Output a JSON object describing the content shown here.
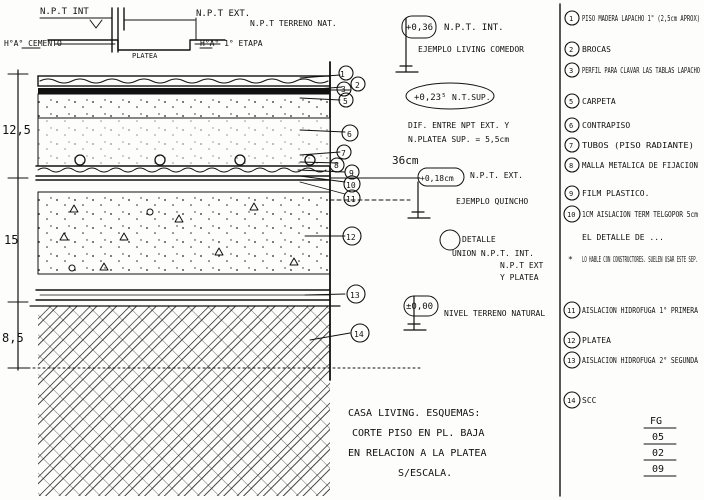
{
  "top_labels": {
    "npt_int": "N.P.T INT",
    "npt_ext": "N.P.T EXT.",
    "npt_terreno": "N.P.T TERRENO NAT.",
    "h_cemento": "H°A° CEMENTO",
    "h_1etapa": "H°A° 1° ETAPA",
    "platea": "PLATEA"
  },
  "dimensions": [
    "12,5",
    "15",
    "8,5",
    "36cm"
  ],
  "levels": [
    {
      "value": "+0,36",
      "label": "N.P.T. INT.",
      "note": "EJEMPLO LIVING COMEDOR"
    },
    {
      "value": "+0,23⁵",
      "label": "N.T.SUP."
    },
    {
      "value": "+0,18cm",
      "label": "N.P.T. EXT.",
      "note": "EJEMPLO QUINCHO"
    },
    {
      "value": "±0,00",
      "label": "NIVEL TERRENO NATURAL"
    }
  ],
  "mid_notes": {
    "dif": "DIF. ENTRE NPT EXT. Y",
    "dif2": "N.PLATEA SUP. = 5,5cm",
    "detalle": "DETALLE",
    "union": "UNION N.P.T. INT.",
    "npt_ext": "N.P.T EXT",
    "y_platea": "Y PLATEA"
  },
  "markers": [
    "1",
    "2",
    "3",
    "5",
    "6",
    "7",
    "8",
    "9",
    "10",
    "11",
    "12",
    "13",
    "14"
  ],
  "legend": [
    {
      "n": "1",
      "text": "PISO MADERA LAPACHO 1\" (2,5cm APROX)"
    },
    {
      "n": "2",
      "text": "BROCAS"
    },
    {
      "n": "3",
      "text": "PERFIL PARA CLAVAR LAS TABLAS LAPACHO"
    },
    {
      "n": "5",
      "text": "CARPETA"
    },
    {
      "n": "6",
      "text": "CONTRAPISO"
    },
    {
      "n": "7",
      "text": "TUBOS (PISO RADIANTE)"
    },
    {
      "n": "8",
      "text": "MALLA METALICA DE FIJACION"
    },
    {
      "n": "9",
      "text": "FILM PLASTICO."
    },
    {
      "n": "10",
      "text": "1CM AISLACION TERM TELGOPOR 5cm"
    },
    {
      "n": "",
      "text": "EL DETALLE DE ..."
    },
    {
      "n": "*",
      "text": "LO HABLE CON CONSTRUCTORES. SUELEN USAR ESTE SEP."
    },
    {
      "n": "11",
      "text": "AISLACION HIDROFUGA 1° PRIMERA"
    },
    {
      "n": "12",
      "text": "PLATEA"
    },
    {
      "n": "13",
      "text": "AISLACION HIDROFUGA 2° SEGUNDA"
    },
    {
      "n": "14",
      "text": "SCC"
    }
  ],
  "caption": {
    "line1": "CASA LIVING. ESQUEMAS:",
    "line2": "CORTE PISO EN PL. BAJA",
    "line3": "EN RELACION A LA PLATEA",
    "line4": "S/ESCALA."
  },
  "stamp": [
    "FG",
    "05",
    "02",
    "09"
  ]
}
